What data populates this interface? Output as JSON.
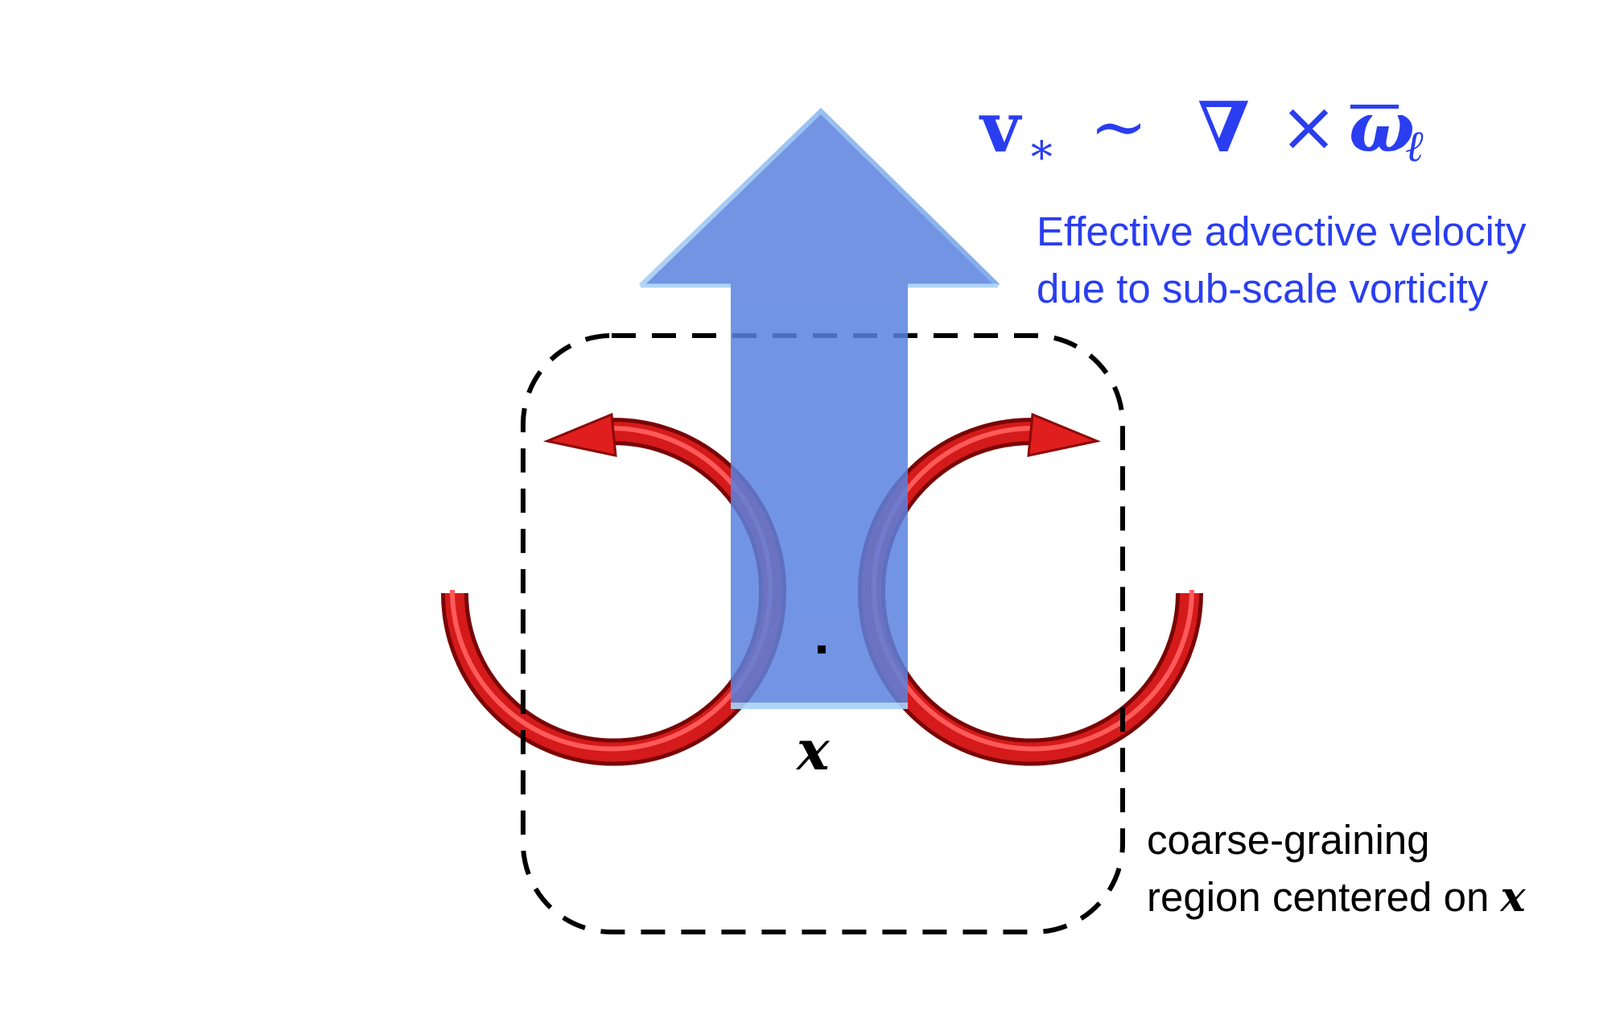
{
  "equation": {
    "v": "v",
    "sub_star": "∗",
    "sim": "∼",
    "nabla": "∇",
    "times": "×",
    "omega": "ω",
    "sub_ell": "ℓ"
  },
  "annotation_velocity": {
    "line1": "Effective advective velocity",
    "line2": "due to sub-scale vorticity"
  },
  "annotation_region": {
    "line1": "coarse-graining",
    "line2": "region centered on",
    "var": "x"
  },
  "point_label": "x",
  "colors": {
    "arrow_fill": "#5e86e0",
    "arrow_highlight": "#9ec6f5",
    "vortex_red": "#d41a1a",
    "vortex_dark": "#7a0505",
    "dashed_box": "#000000",
    "text_blue": "#2a3ef0"
  }
}
